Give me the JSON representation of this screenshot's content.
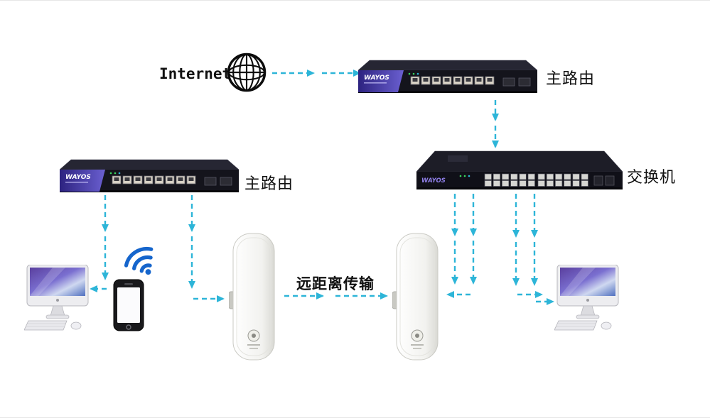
{
  "diagram": {
    "type": "network-topology",
    "labels": {
      "internet": "Internet",
      "router_top": "主路由",
      "router_left": "主路由",
      "switch": "交换机",
      "wireless_link": "远距离传输"
    },
    "brand": "WAYOS",
    "colors": {
      "arrow": "#2db5d8",
      "wifi": "#1565cc",
      "device_body": "#14141c",
      "device_band": "#4a3db0",
      "imac_screen": "#7a6fd0",
      "background": "#ffffff"
    },
    "icons": [
      "globe-icon",
      "wifi-icon",
      "router-device",
      "switch-device",
      "wireless-bridge-device",
      "imac-computer",
      "smartphone-icon",
      "dashed-arrow"
    ]
  }
}
